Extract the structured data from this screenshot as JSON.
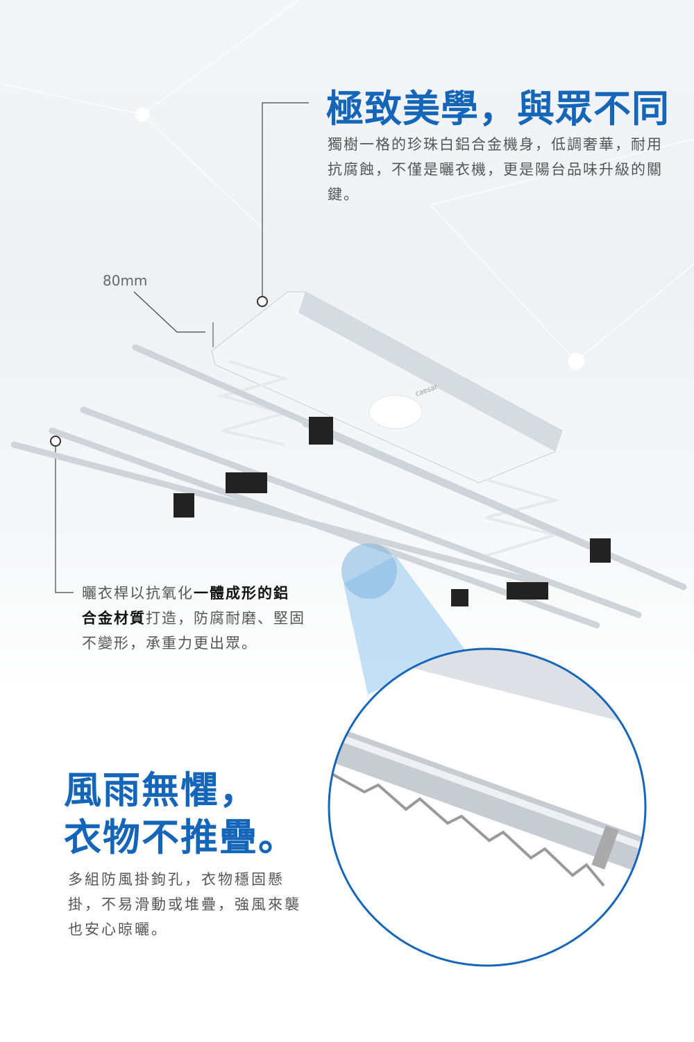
{
  "section1": {
    "title": "極致美學，與眾不同",
    "body": "獨樹一格的珍珠白鋁合金機身，低調奢華，耐用抗腐蝕，不僅是曬衣機，更是陽台品味升級的關鍵。"
  },
  "dimension_label": "80mm",
  "brand_logo": "caesar",
  "section2": {
    "body_pre": "曬衣桿以抗氧化",
    "body_bold1": "一體成形的鋁",
    "body_bold2": "合金材質",
    "body_post": "打造，防腐耐磨、堅固不變形，承重力更出眾。"
  },
  "section3": {
    "title_line1": "風雨無懼，",
    "title_line2": "衣物不推疊。",
    "body": "多組防風掛鉤孔，衣物穩固懸掛，不易滑動或堆疊，強風來襲也安心晾曬。"
  },
  "colors": {
    "accent": "#1565b8",
    "text": "#555555"
  }
}
